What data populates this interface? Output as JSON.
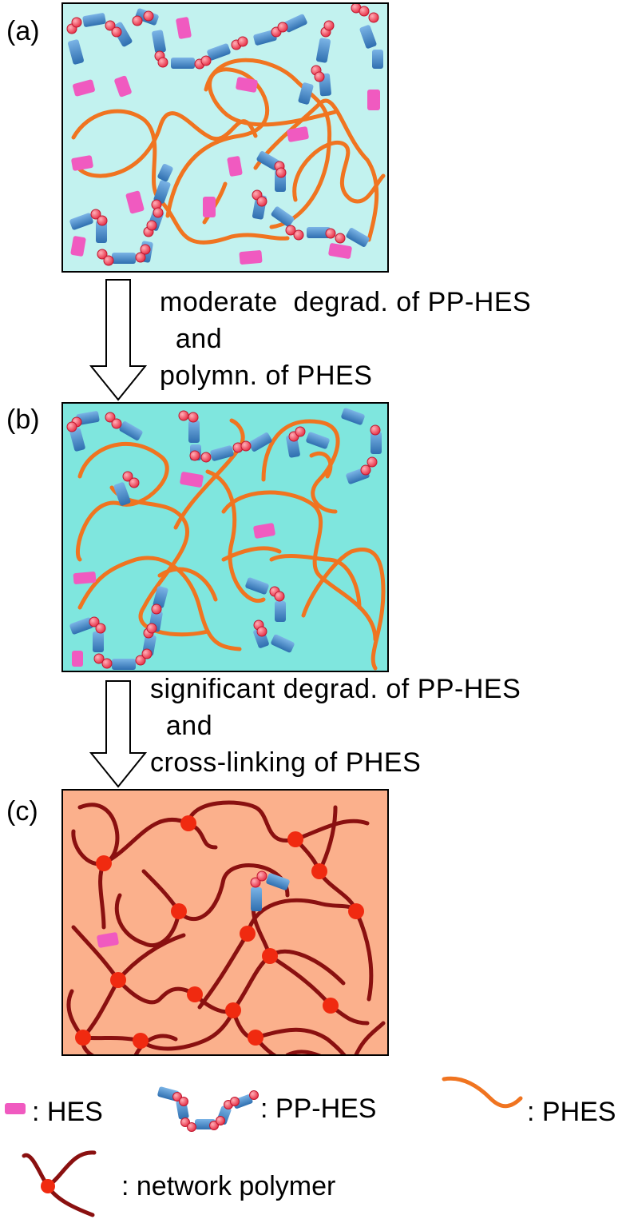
{
  "panels": [
    {
      "label": "(a)",
      "background": "#c2f2ef"
    },
    {
      "label": "(b)",
      "background": "#7fe6de"
    },
    {
      "label": "(c)",
      "background": "#fbb08c"
    }
  ],
  "steps": [
    {
      "line1": "moderate  degrad. of PP-HES",
      "line2": "  and",
      "line3": "polymn. of PHES"
    },
    {
      "line1": "significant degrad. of PP-HES",
      "line2": "  and",
      "line3": "cross-linking of PHES"
    }
  ],
  "legend": {
    "hes": ": HES",
    "pp_hes": ": PP-HES",
    "phes": ": PHES",
    "network": ": network polymer"
  },
  "colors": {
    "hes": "#f05ac0",
    "pp_hes_segment": "#3f86c8",
    "pp_hes_bead": "#e8344a",
    "phes": "#f07420",
    "network_chain": "#8a1010",
    "network_node": "#f02a10"
  }
}
